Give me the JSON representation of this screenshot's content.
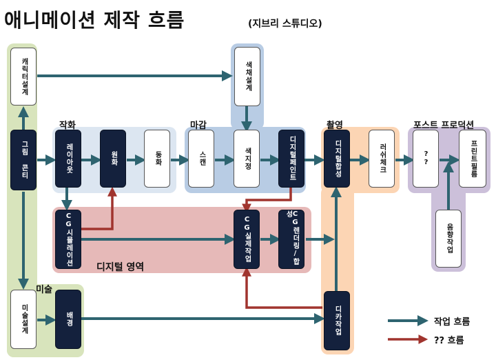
{
  "title": "애니메이션 제작 흐름",
  "subtitle": "(지브리 스튜디오)",
  "regions": {
    "jakhwa": "작화",
    "magam": "마감",
    "chwaryeong": "촬영",
    "post": "포스트 프로덕션",
    "misul": "미술",
    "digital": "디지털 영역"
  },
  "boxes": {
    "character": "캐릭터설계",
    "coloring_design": "색채설계",
    "storyboard": "그림 콘티",
    "layout": "레이아웃",
    "key_animation": "원화",
    "inbetween": "동화",
    "scan": "스캔",
    "color_spec": "색지정",
    "digital_paint": "디지털페인트",
    "digital_composite": "디지털합성",
    "rush_check": "러쉬체크",
    "qq": "??",
    "print_film": "프린트필름",
    "sound": "음향작업",
    "cg_sim": "CG시뮬레이션",
    "cg_work": "CG실제작업",
    "cg_render": "CG렌더링/합성",
    "art_design": "미술설계",
    "background": "배경",
    "dica": "디카작업"
  },
  "legend": {
    "work_flow": "작업 흐름",
    "unknown_flow": "?? 흐름"
  },
  "colors": {
    "teal_arrow": "#2e6470",
    "red_arrow": "#a0342e",
    "dark_box": "#14213d",
    "green_region": "#d8e4bc",
    "blue_region": "#dce6f1",
    "blue_region_dark": "#b8cce4",
    "orange_region": "#fcd5b4",
    "purple_region": "#ccc0da",
    "pink_region": "#e6b9b8"
  }
}
